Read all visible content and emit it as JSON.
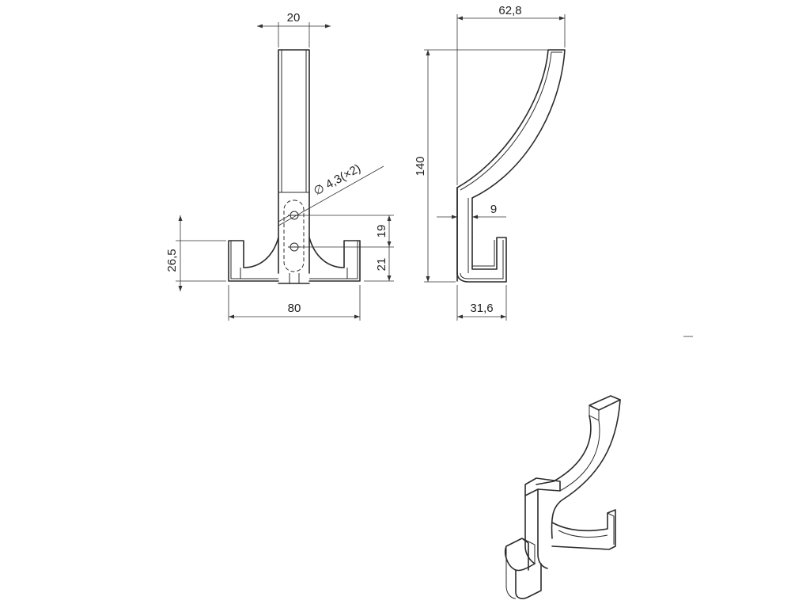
{
  "drawing": {
    "front_view": {
      "width_top": "20",
      "hole_callout": "∅ 4,3(×2)",
      "hole_spacing": "19",
      "hole_to_bottom": "21",
      "hook_height": "26,5",
      "overall_width": "80"
    },
    "side_view": {
      "top_projection": "62,8",
      "overall_height": "140",
      "thickness": "9",
      "base_depth": "31,6"
    }
  }
}
